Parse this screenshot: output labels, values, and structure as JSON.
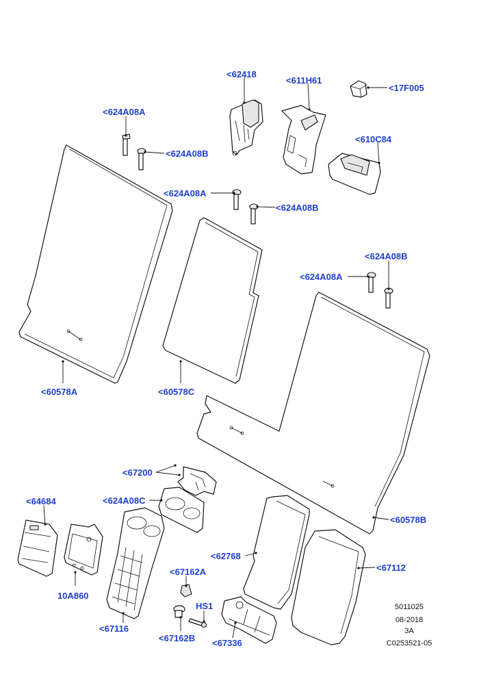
{
  "callouts": {
    "c62418": "<62418",
    "c611H61": "<611H61",
    "c17F005": "<17F005",
    "c624A08A_1": "<624A08A",
    "c624A08B_1": "<624A08B",
    "c610C84": "<610C84",
    "c624A08A_2": "<624A08A",
    "c624A08B_2": "<624A08B",
    "c624A08B_3": "<624A08B",
    "c624A08A_3": "<624A08A",
    "c60578A": "<60578A",
    "c60578C": "<60578C",
    "c60578B": "<60578B",
    "c67200": "<67200",
    "c64684": "<64684",
    "c624A08C": "<624A08C",
    "c62768": "<62768",
    "c67112": "<67112",
    "c67162A": "<67162A",
    "c10A860": "10A860",
    "cHS1": "HS1",
    "c67116": "<67116",
    "c67162B": "<67162B",
    "c67336": "<67336"
  },
  "meta": {
    "line1": "5011025",
    "line2": "08-2018",
    "line3": "3A",
    "line4": "C0253521-05"
  },
  "colors": {
    "callout": "#1e3fd0",
    "line": "#111111",
    "background": "#ffffff"
  }
}
